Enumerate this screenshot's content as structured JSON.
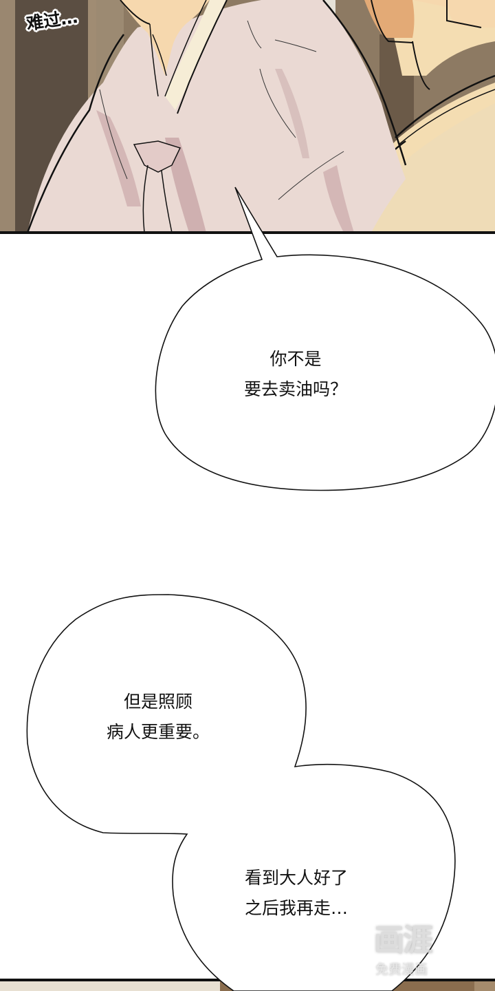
{
  "panels": [
    {
      "id": "panel-top",
      "sfx_text": "难过…",
      "description": "Close-up of a character in a light pink hanbok beside another in a cream hanbok, wooden door background"
    },
    {
      "id": "panel-bottom-strip",
      "description": "Top edge of next panel with beige/brown interior"
    }
  ],
  "bubbles": [
    {
      "id": "bubble-1",
      "lines": [
        "你不是",
        "要去卖油吗？"
      ]
    },
    {
      "id": "bubble-2",
      "lines": [
        "但是照顾",
        "病人更重要。"
      ]
    },
    {
      "id": "bubble-3",
      "lines": [
        "看到大人好了",
        "之后我再走…"
      ]
    }
  ],
  "watermark": {
    "logo": "画涯",
    "subtitle": "免费漫画"
  },
  "colors": {
    "page_bg": "#ffffff",
    "panel_border": "#111111",
    "robe_pink": "#ead9d3",
    "robe_shadow": "#cfb0b0",
    "robe_cream": "#efdcb7",
    "skin": "#f6d8ae",
    "skin_shadow": "#e3aa76",
    "door_dark": "#5b4e42",
    "door_light": "#8d7a63",
    "strip_light": "#e8e0d2",
    "strip_brown": "#8a6d4e"
  }
}
